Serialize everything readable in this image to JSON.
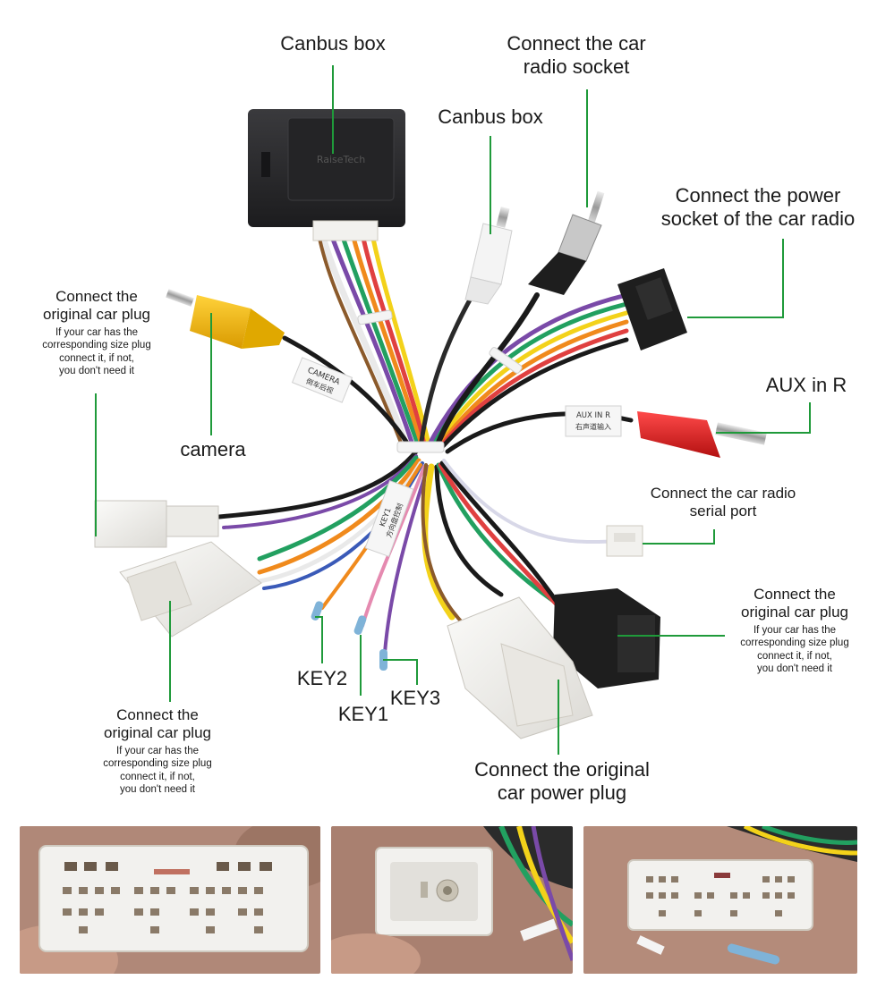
{
  "labels": {
    "canbus_box_top": "Canbus box",
    "radio_socket_1": "Connect the car",
    "radio_socket_2": "radio socket",
    "canbus_box_rca": "Canbus box",
    "power_socket_1": "Connect the power",
    "power_socket_2": "socket of the car radio",
    "orig_left_1": "Connect the",
    "orig_left_2": "original car plug",
    "orig_left_note_1": "If your car has the",
    "orig_left_note_2": "corresponding size plug",
    "orig_left_note_3": "connect it, if not,",
    "orig_left_note_4": "you don't need it",
    "camera": "camera",
    "aux": "AUX in R",
    "serial_1": "Connect the car radio",
    "serial_2": "serial port",
    "orig_right_1": "Connect the",
    "orig_right_2": "original car plug",
    "orig_right_note_1": "If your car has the",
    "orig_right_note_2": "corresponding size plug",
    "orig_right_note_3": "connect it, if not,",
    "orig_right_note_4": "you don't need it",
    "orig_bottom_1": "Connect the",
    "orig_bottom_2": "original car plug",
    "orig_bottom_note_1": "If your car has the",
    "orig_bottom_note_2": "corresponding size plug",
    "orig_bottom_note_3": "connect it, if not,",
    "orig_bottom_note_4": "you don't need it",
    "key1": "KEY1",
    "key2": "KEY2",
    "key3": "KEY3",
    "power_plug_1": "Connect the original",
    "power_plug_2": "car power plug"
  },
  "tags": {
    "box_brand": "RaiseTech",
    "camera_tag_1": "CAMERA",
    "camera_tag_2": "倒车后视",
    "aux_tag_1": "AUX IN R",
    "aux_tag_2": "右声道输入",
    "key_tag_1": "KEY1",
    "key_tag_2": "方向盘控制"
  },
  "colors": {
    "leader_line": "#1f9a3a",
    "box_body": "#2b2b2d",
    "plug_white": "#f2f1ee",
    "plug_black": "#1e1e1e",
    "rca_yellow": "#f2b705",
    "rca_red": "#d41d1d",
    "rca_white": "#f4f4f4",
    "key_tip": "#7fb3d8"
  }
}
